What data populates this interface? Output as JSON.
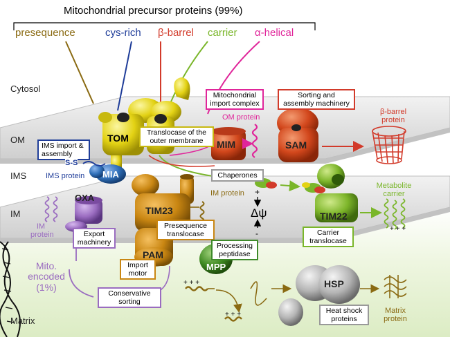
{
  "title": "Mitochondrial precursor proteins (99%)",
  "precursor_classes": [
    {
      "label": "presequence",
      "color": "#8a6a12"
    },
    {
      "label": "cys-rich",
      "color": "#1f3d99"
    },
    {
      "label": "β-barrel",
      "color": "#d23a2a"
    },
    {
      "label": "carrier",
      "color": "#7ab62a"
    },
    {
      "label": "α-helical",
      "color": "#e0259a"
    }
  ],
  "compartments": {
    "cytosol": "Cytosol",
    "om": "OM",
    "ims": "IMS",
    "im": "IM",
    "matrix": "Matrix"
  },
  "complexes": {
    "tom": "TOM",
    "mim": "MIM",
    "sam": "SAM",
    "mia": "MIA",
    "oxa": "OXA",
    "tim23": "TIM23",
    "tim22": "TIM22",
    "pam": "PAM",
    "mpp": "MPP",
    "hsp": "HSP"
  },
  "boxes": {
    "translocase_outer": "Translocase of the outer membrane",
    "mim_box": "Mitochondrial import complex",
    "sam_box": "Sorting and assembly machinery",
    "ims_import": "IMS import & assembly",
    "chaperones": "Chaperones",
    "presequence_translocase": "Presequence translocase",
    "carrier_translocase": "Carrier translocase",
    "export_machinery": "Export machinery",
    "processing_peptidase": "Processing peptidase",
    "import_motor": "Import motor",
    "conservative_sorting": "Conservative sorting",
    "heat_shock": "Heat shock proteins"
  },
  "labels": {
    "om_protein": "OM protein",
    "beta_barrel_protein": "β-barrel protein",
    "ss": "S-S",
    "ims_protein": "IMS protein",
    "im_protein_mid": "IM protein",
    "metabolite_carrier": "Metabolite carrier",
    "im_protein_left": "IM protein",
    "delta_psi": "Δψ",
    "plus": "+",
    "minus": "-",
    "plus3": "+ + +",
    "mito_encoded": "Mito. encoded (1%)",
    "matrix_protein": "Matrix protein"
  },
  "colors": {
    "tom": "#e6d81a",
    "sam": "#d94a1e",
    "mia": "#2f6fb8",
    "oxa": "#9a6cc0",
    "tim23": "#c88a12",
    "tim22": "#7ab62a",
    "mpp": "#3e8a2a",
    "hsp": "#a8a8a8",
    "membrane": "#d9d9d9"
  }
}
